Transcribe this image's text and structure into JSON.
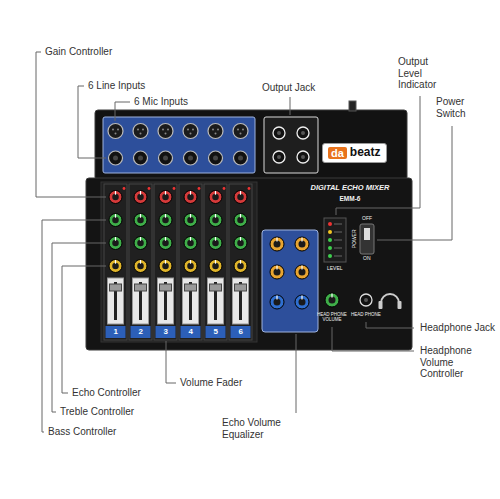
{
  "diagram": {
    "nodes": [
      {
        "text": [
          "da",
          "beatz"
        ]
      }
    ],
    "labels": [
      "Gain Controller",
      "6 Line Inputs",
      "6 Mic Inputs",
      "Output Jack",
      "Output Level Indicator",
      "Power Switch",
      "DIGITAL ECHO MIXER",
      "EMM-6",
      "1",
      "2",
      "3",
      "4",
      "5",
      "6",
      "OFF",
      "ON",
      "POWER",
      "LEVEL",
      "HEAD PHONE VOLUME",
      "HEAD PHONE",
      "Headphone Jack",
      "Headphone Volume Controller",
      "Echo Controller",
      "Volume Fader",
      "Treble Controller",
      "Echo Volume Equalizer",
      "Bass Controller"
    ]
  }
}
